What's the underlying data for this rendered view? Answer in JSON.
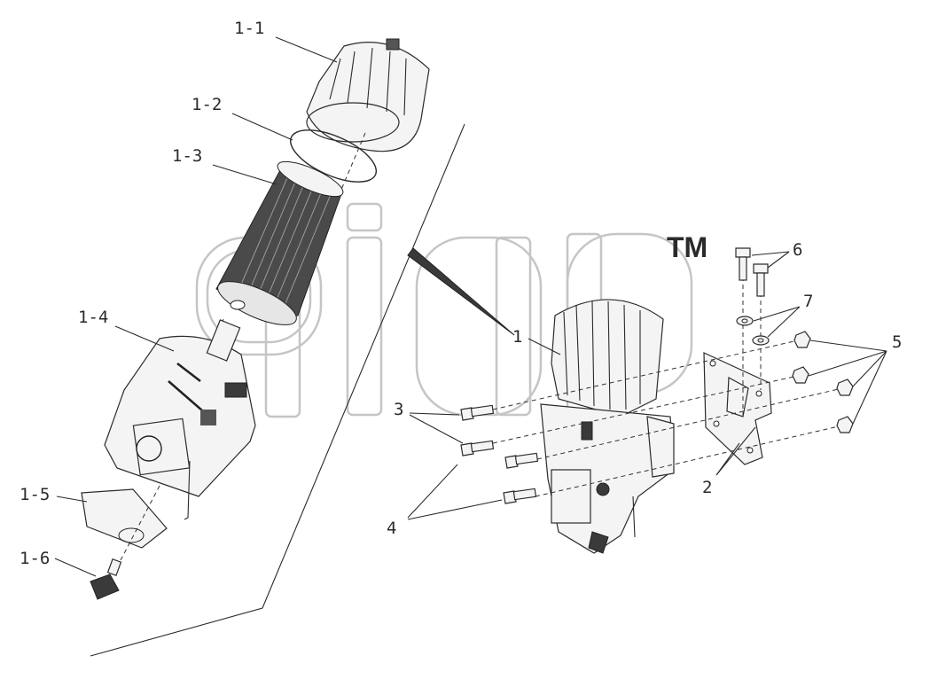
{
  "diagram": {
    "callouts": {
      "p1_1": "1-1",
      "p1_2": "1-2",
      "p1_3": "1-3",
      "p1_4": "1-4",
      "p1_5": "1-5",
      "p1_6": "1-6",
      "p1": "1",
      "p2": "2",
      "p3": "3",
      "p4": "4",
      "p5": "5",
      "p6": "6",
      "p7": "7"
    },
    "watermark": {
      "trademark": "TM"
    }
  }
}
